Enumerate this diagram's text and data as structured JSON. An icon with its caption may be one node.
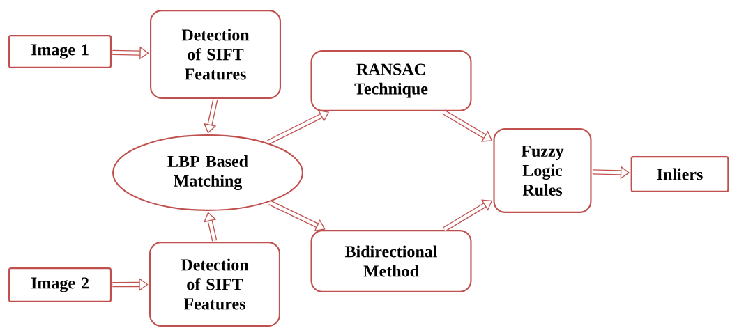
{
  "diagram": {
    "nodes": [
      {
        "text": [
          "Image 1"
        ]
      },
      {
        "text": [
          "Detection of SIFT Features"
        ]
      },
      {
        "text": [
          "LBP Based Matching"
        ]
      },
      {
        "text": [
          "Image 2"
        ]
      },
      {
        "text": [
          "Detection of SIFT Features"
        ]
      },
      {
        "text": [
          "RANSAC Technique"
        ]
      },
      {
        "text": [
          "Bidirectional Method"
        ]
      },
      {
        "text": [
          "Fuzzy Logic Rules"
        ]
      },
      {
        "text": [
          "Inliers"
        ]
      }
    ],
    "edges": [
      {
        "from": 0,
        "to": 1,
        "arrow": "to"
      },
      {
        "from": 1,
        "to": 2,
        "arrow": "to"
      },
      {
        "from": 3,
        "to": 4,
        "arrow": "to"
      },
      {
        "from": 4,
        "to": 2,
        "arrow": "to"
      },
      {
        "from": 2,
        "to": 5,
        "arrow": "to"
      },
      {
        "from": 2,
        "to": 6,
        "arrow": "to"
      },
      {
        "from": 5,
        "to": 7,
        "arrow": "to"
      },
      {
        "from": 6,
        "to": 7,
        "arrow": "to"
      },
      {
        "from": 7,
        "to": 8,
        "arrow": "to"
      }
    ]
  }
}
